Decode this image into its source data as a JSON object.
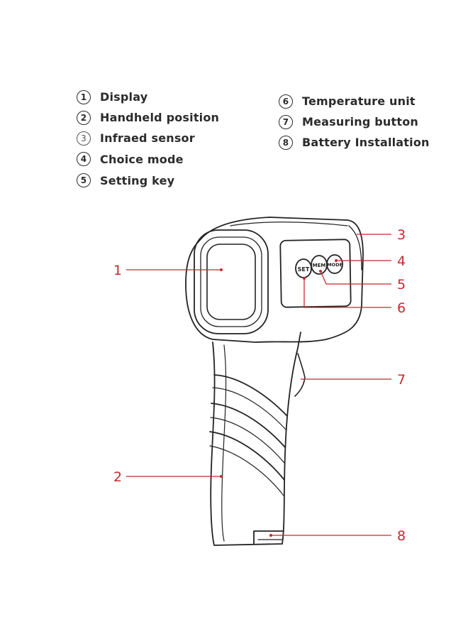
{
  "legend": {
    "left": [
      {
        "num": "1",
        "label": "Display"
      },
      {
        "num": "2",
        "label": "Handheld position"
      },
      {
        "num": "3",
        "label": "Infraed sensor"
      },
      {
        "num": "4",
        "label": "Choice mode"
      },
      {
        "num": "5",
        "label": "Setting key"
      }
    ],
    "right": [
      {
        "num": "6",
        "label": "Temperature unit"
      },
      {
        "num": "7",
        "label": "Measuring button"
      },
      {
        "num": "8",
        "label": "Battery Installation"
      }
    ]
  },
  "device": {
    "buttons": {
      "set": "SET",
      "mem": "MEM",
      "mode": "MODE"
    }
  },
  "callouts": [
    "1",
    "2",
    "3",
    "4",
    "5",
    "6",
    "7",
    "8"
  ],
  "colors": {
    "callout": "#c8282d",
    "outline": "#222222",
    "text": "#2b2b2b"
  }
}
